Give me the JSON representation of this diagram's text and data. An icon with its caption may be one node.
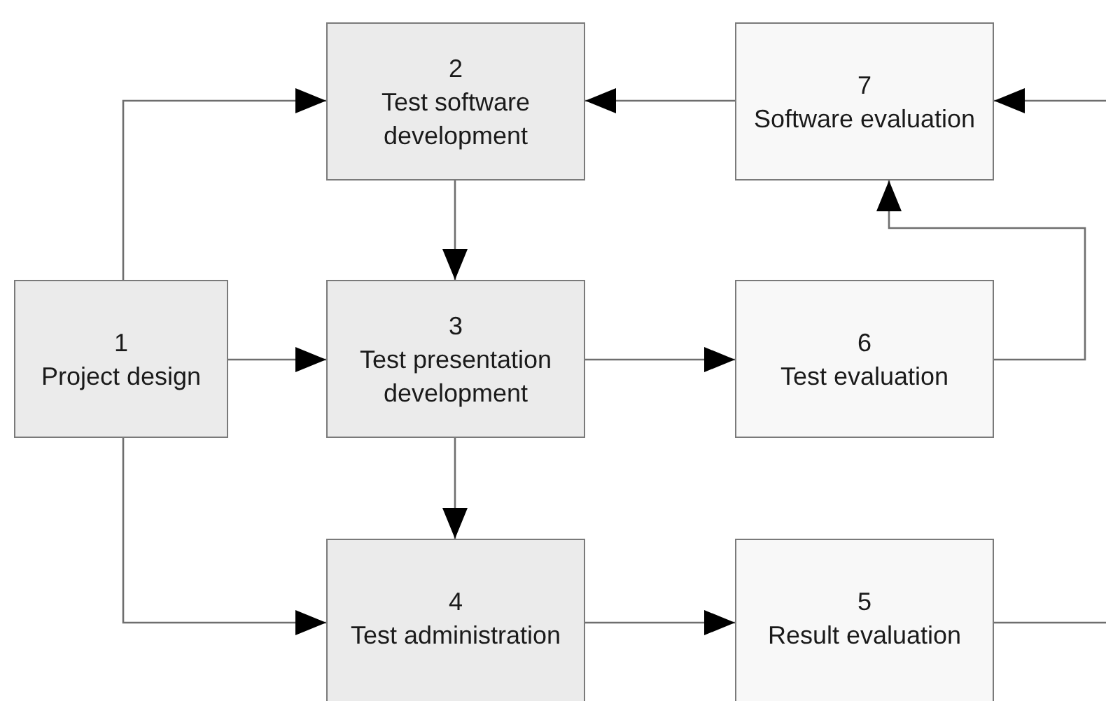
{
  "diagram": {
    "nodes": [
      {
        "text": [
          "1",
          "Project design"
        ]
      },
      {
        "text": [
          "2",
          "Test software development"
        ]
      },
      {
        "text": [
          "3",
          "Test presentation development"
        ]
      },
      {
        "text": [
          "4",
          "Test administration"
        ]
      },
      {
        "text": [
          "5",
          "Result evaluation"
        ]
      },
      {
        "text": [
          "6",
          "Test evaluation"
        ]
      },
      {
        "text": [
          "7",
          "Software evaluation"
        ]
      }
    ],
    "edges": [
      {
        "from": 0,
        "to": 1,
        "arrow": "to"
      },
      {
        "from": 0,
        "to": 2,
        "arrow": "to"
      },
      {
        "from": 0,
        "to": 3,
        "arrow": "to"
      },
      {
        "from": 1,
        "to": 2,
        "arrow": "to"
      },
      {
        "from": 2,
        "to": 3,
        "arrow": "to"
      },
      {
        "from": 2,
        "to": 5,
        "arrow": "to"
      },
      {
        "from": 3,
        "to": 4,
        "arrow": "to"
      },
      {
        "from": 5,
        "to": 6,
        "arrow": "to"
      },
      {
        "from": 6,
        "to": 1,
        "arrow": "to"
      },
      {
        "from": null,
        "to": 6,
        "arrow": "to"
      },
      {
        "from": 4,
        "to": null,
        "arrow": "none"
      }
    ]
  }
}
